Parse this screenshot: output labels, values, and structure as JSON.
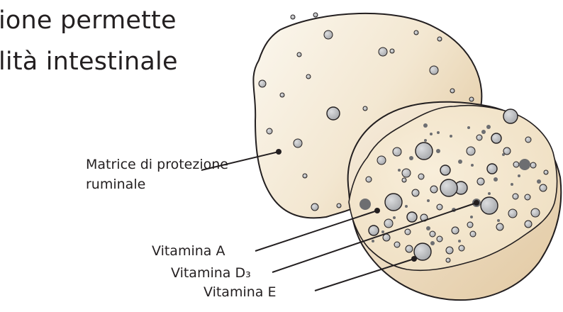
{
  "heading": {
    "line1": "ione  permette",
    "line2": "lità   intestinale"
  },
  "labels": {
    "matrix_line1": "Matrice di protezione",
    "matrix_line2": "ruminale",
    "vitamin_a": "Vitamina A",
    "vitamin_d3": "Vitamina D₃",
    "vitamin_e": "Vitamina E"
  },
  "colors": {
    "sphere_light": "#f8f1e4",
    "sphere_dark": "#e7d3b3",
    "cross_section": "#f2e4c9",
    "inclusion_fill": "#b7b8ba",
    "inclusion_dark": "#6d6e71",
    "outline": "#231f20"
  }
}
